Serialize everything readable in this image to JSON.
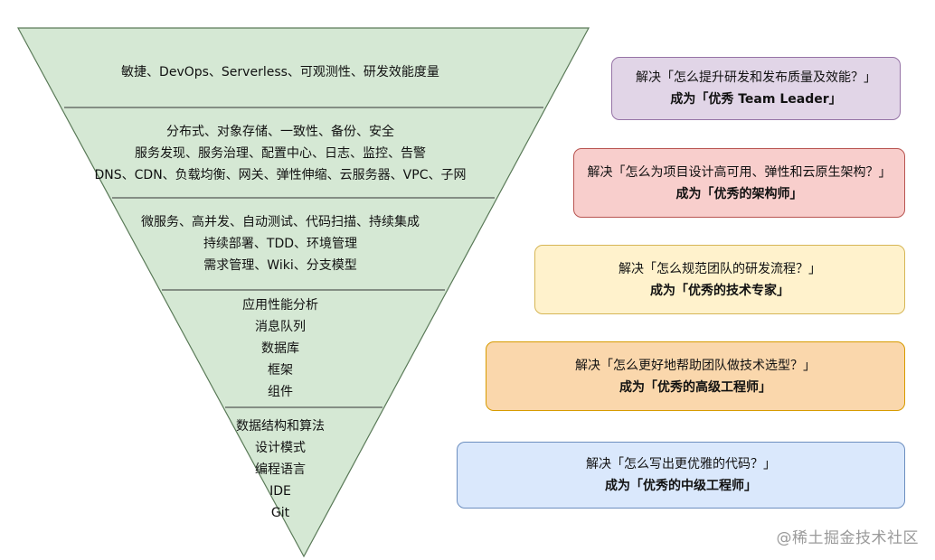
{
  "pyramid": {
    "fill": "#d5e8d4",
    "stroke": "#5a7a58",
    "layers": [
      {
        "lines": [
          "敏捷、DevOps、Serverless、可观测性、研发效能度量"
        ]
      },
      {
        "lines": [
          "分布式、对象存储、一致性、备份、安全",
          "服务发现、服务治理、配置中心、日志、监控、告警",
          "DNS、CDN、负载均衡、网关、弹性伸缩、云服务器、VPC、子网"
        ]
      },
      {
        "lines": [
          "微服务、高并发、自动测试、代码扫描、持续集成",
          "持续部署、TDD、环境管理",
          "需求管理、Wiki、分支模型"
        ]
      },
      {
        "lines": [
          "应用性能分析",
          "消息队列",
          "数据库",
          "框架",
          "组件"
        ]
      },
      {
        "lines": [
          "数据结构和算法",
          "设计模式",
          "编程语言",
          "IDE",
          "Git"
        ]
      }
    ]
  },
  "cards": [
    {
      "problem": "解决「怎么提升研发和发布质量及效能？」",
      "goal": "成为「优秀 Team Leader」",
      "fill": "#e1d5e7",
      "stroke": "#9673a6"
    },
    {
      "problem": "解决「怎么为项目设计高可用、弹性和云原生架构？」",
      "goal": "成为「优秀的架构师」",
      "fill": "#f8cecc",
      "stroke": "#b85450"
    },
    {
      "problem": "解决「怎么规范团队的研发流程？」",
      "goal": "成为「优秀的技术专家」",
      "fill": "#fff2cc",
      "stroke": "#d6b656"
    },
    {
      "problem": "解决「怎么更好地帮助团队做技术选型？」",
      "goal": "成为「优秀的高级工程师」",
      "fill": "#fad7ac",
      "stroke": "#d79b00"
    },
    {
      "problem": "解决「怎么写出更优雅的代码？」",
      "goal": "成为「优秀的中级工程师」",
      "fill": "#dae8fc",
      "stroke": "#6c8ebf"
    }
  ],
  "watermark": "@稀土掘金技术社区"
}
